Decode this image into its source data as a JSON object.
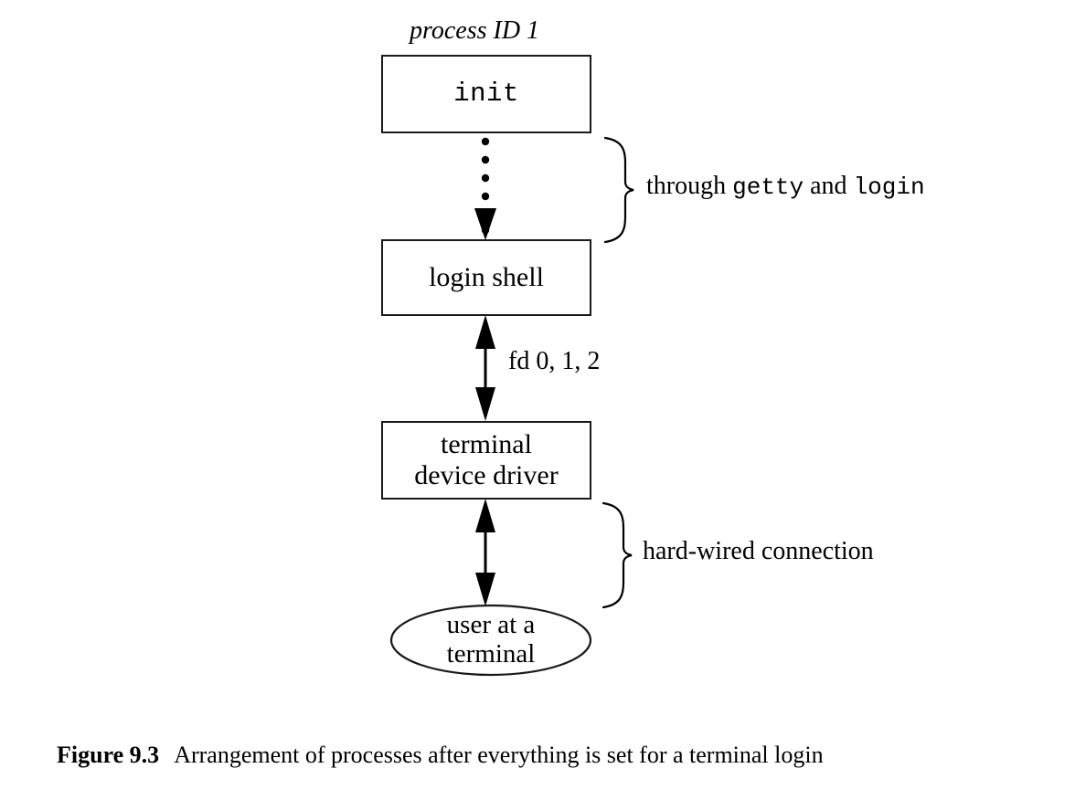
{
  "figure": {
    "nodes": {
      "init": {
        "label": "init",
        "annotation": "process ID 1"
      },
      "login_shell": {
        "label": "login shell"
      },
      "terminal_driver": {
        "label": "terminal\ndevice driver"
      },
      "user": {
        "label": "user at a\nterminal"
      }
    },
    "edges": {
      "init_to_shell": {
        "style": "dotted",
        "arrow": "down",
        "brace_label_prefix": "through ",
        "brace_label_mono1": "getty",
        "brace_label_mid": " and ",
        "brace_label_mono2": "login"
      },
      "shell_to_tty": {
        "style": "solid",
        "arrow": "both",
        "label": "fd 0, 1, 2"
      },
      "tty_to_user": {
        "style": "solid",
        "arrow": "both",
        "brace_label": "hard-wired connection"
      }
    },
    "caption": {
      "number": "Figure 9.3",
      "text": "Arrangement of processes after everything is set for a terminal login"
    },
    "colors": {
      "stroke": "#1a1a1a",
      "text": "#000000",
      "background": "#ffffff"
    }
  }
}
